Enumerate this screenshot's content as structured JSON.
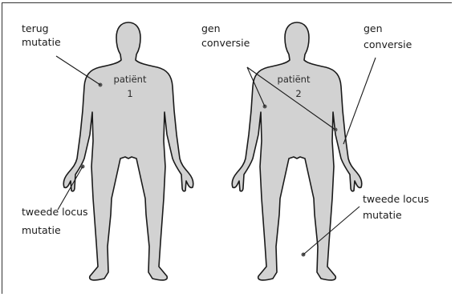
{
  "figure": {
    "patient1": {
      "name": "patiënt",
      "number": "1",
      "labels": {
        "back_mutation": [
          "terug",
          "mutatie"
        ],
        "second_locus": [
          "tweede locus",
          "mutatie"
        ]
      }
    },
    "patient2": {
      "name": "patiënt",
      "number": "2",
      "labels": {
        "gene_conversion_left": [
          "gen",
          "conversie"
        ],
        "gene_conversion_right": [
          "gen",
          "conversie"
        ],
        "second_locus": [
          "tweede locus",
          "mutatie"
        ]
      }
    }
  }
}
